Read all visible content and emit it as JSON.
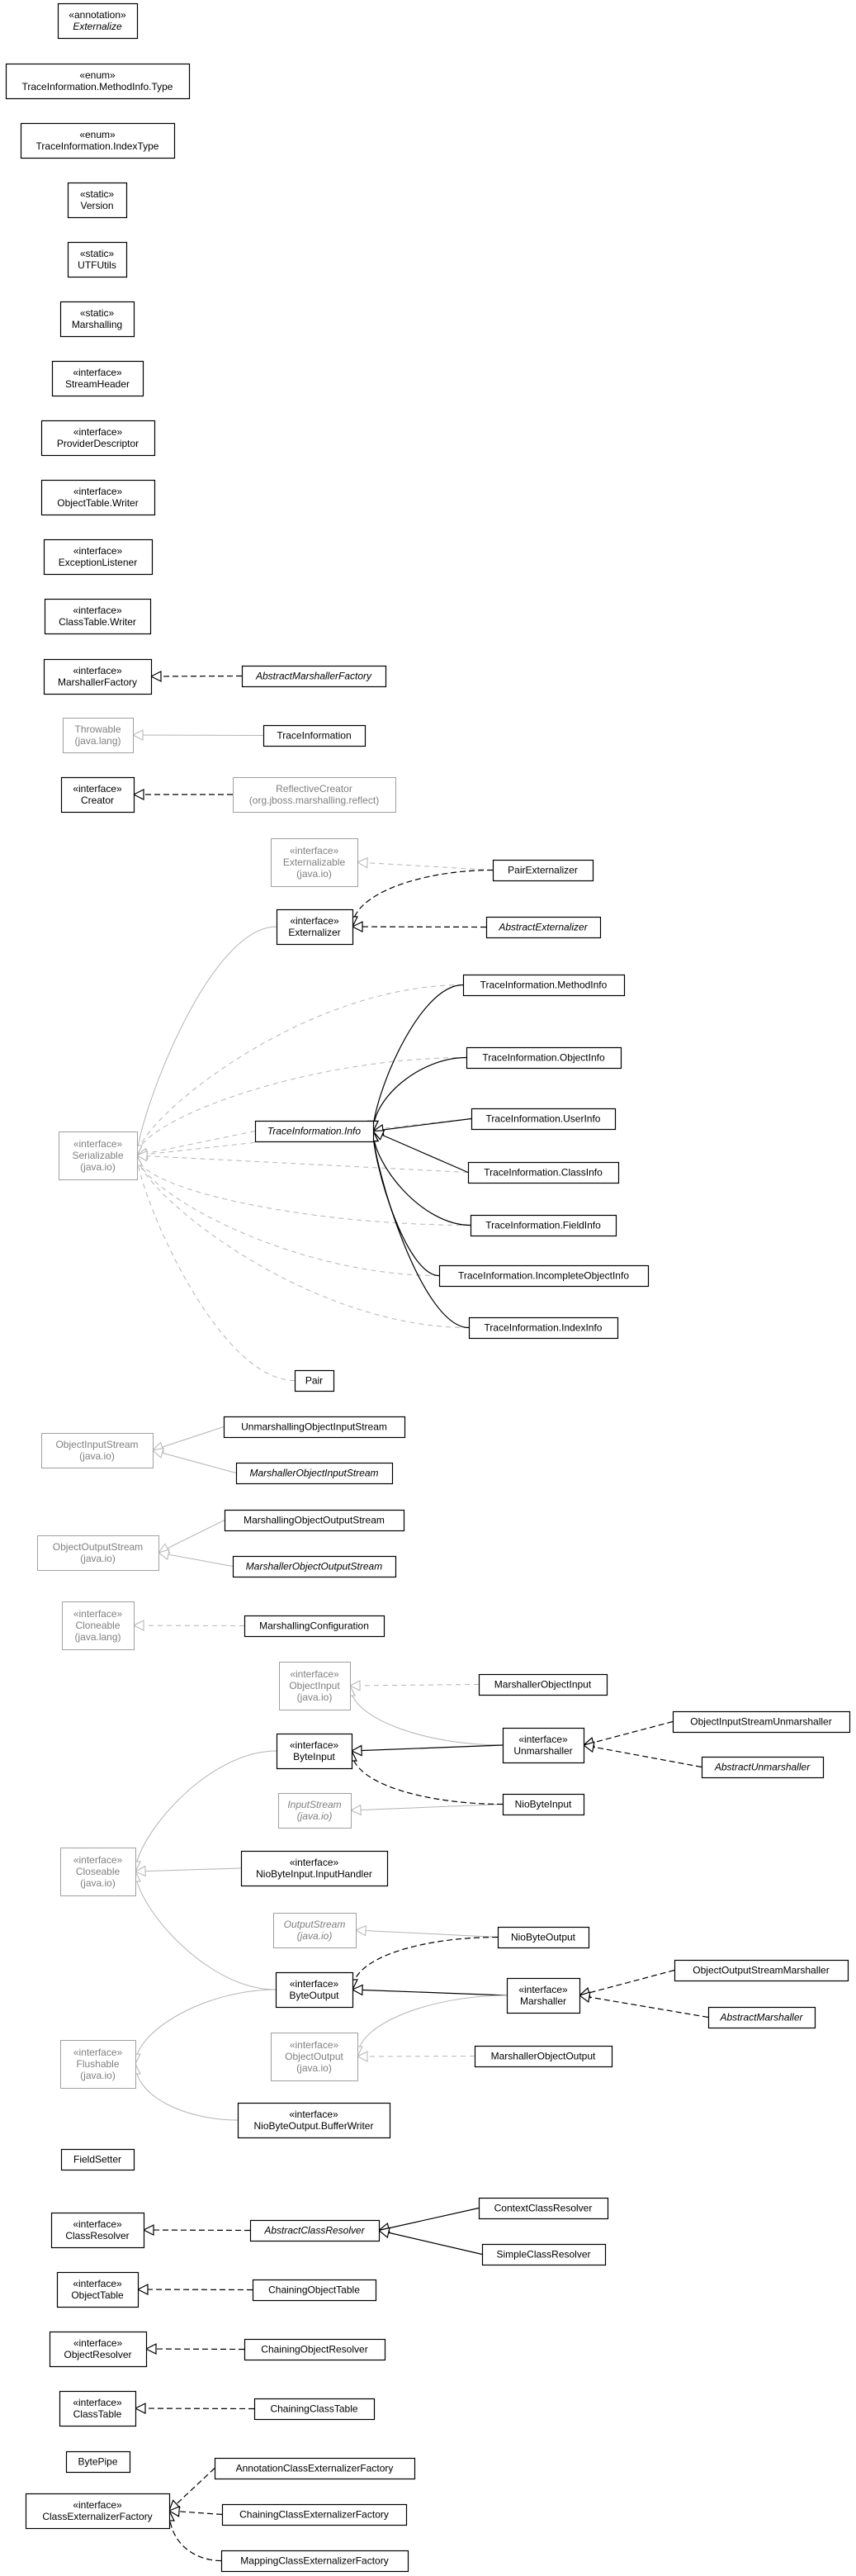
{
  "nodes": [
    {
      "id": "Externalize",
      "lines": [
        "«annotation»",
        "Externalize"
      ],
      "italic": [
        1
      ]
    },
    {
      "id": "MethodInfoType",
      "lines": [
        "«enum»",
        "TraceInformation.MethodInfo.Type"
      ]
    },
    {
      "id": "IndexType",
      "lines": [
        "«enum»",
        "TraceInformation.IndexType"
      ]
    },
    {
      "id": "Version",
      "lines": [
        "«static»",
        "Version"
      ]
    },
    {
      "id": "UTFUtils",
      "lines": [
        "«static»",
        "UTFUtils"
      ]
    },
    {
      "id": "Marshalling",
      "lines": [
        "«static»",
        "Marshalling"
      ]
    },
    {
      "id": "StreamHeader",
      "lines": [
        "«interface»",
        "StreamHeader"
      ]
    },
    {
      "id": "ProviderDescriptor",
      "lines": [
        "«interface»",
        "ProviderDescriptor"
      ]
    },
    {
      "id": "ObjectTableWriter",
      "lines": [
        "«interface»",
        "ObjectTable.Writer"
      ]
    },
    {
      "id": "ExceptionListener",
      "lines": [
        "«interface»",
        "ExceptionListener"
      ]
    },
    {
      "id": "ClassTableWriter",
      "lines": [
        "«interface»",
        "ClassTable.Writer"
      ]
    },
    {
      "id": "MarshallerFactory",
      "lines": [
        "«interface»",
        "MarshallerFactory"
      ]
    },
    {
      "id": "AbstractMarshallerFactory",
      "lines": [
        "AbstractMarshallerFactory"
      ],
      "italic": [
        0
      ]
    },
    {
      "id": "Throwable",
      "lines": [
        "Throwable",
        "(java.lang)"
      ],
      "external": true
    },
    {
      "id": "TraceInformation",
      "lines": [
        "TraceInformation"
      ]
    },
    {
      "id": "Creator",
      "lines": [
        "«interface»",
        "Creator"
      ]
    },
    {
      "id": "ReflectiveCreator",
      "lines": [
        "ReflectiveCreator",
        "(org.jboss.marshalling.reflect)"
      ],
      "external": true
    },
    {
      "id": "ExternalizableIO",
      "lines": [
        "«interface»",
        "Externalizable",
        "(java.io)"
      ],
      "external": true
    },
    {
      "id": "PairExternalizer",
      "lines": [
        "PairExternalizer"
      ]
    },
    {
      "id": "Externalizer",
      "lines": [
        "«interface»",
        "Externalizer"
      ]
    },
    {
      "id": "AbstractExternalizer",
      "lines": [
        "AbstractExternalizer"
      ],
      "italic": [
        0
      ]
    },
    {
      "id": "MethodInfo",
      "lines": [
        "TraceInformation.MethodInfo"
      ]
    },
    {
      "id": "ObjectInfo",
      "lines": [
        "TraceInformation.ObjectInfo"
      ]
    },
    {
      "id": "SerializableIO",
      "lines": [
        "«interface»",
        "Serializable",
        "(java.io)"
      ],
      "external": true
    },
    {
      "id": "Info",
      "lines": [
        "TraceInformation.Info"
      ],
      "italic": [
        0
      ]
    },
    {
      "id": "UserInfo",
      "lines": [
        "TraceInformation.UserInfo"
      ]
    },
    {
      "id": "ClassInfo",
      "lines": [
        "TraceInformation.ClassInfo"
      ]
    },
    {
      "id": "FieldInfo",
      "lines": [
        "TraceInformation.FieldInfo"
      ]
    },
    {
      "id": "IncompleteObjectInfo",
      "lines": [
        "TraceInformation.IncompleteObjectInfo"
      ]
    },
    {
      "id": "IndexInfo",
      "lines": [
        "TraceInformation.IndexInfo"
      ]
    },
    {
      "id": "Pair",
      "lines": [
        "Pair"
      ]
    },
    {
      "id": "ObjectInputStreamIO",
      "lines": [
        "ObjectInputStream",
        "(java.io)"
      ],
      "external": true
    },
    {
      "id": "UnmarshallingObjectInputStream",
      "lines": [
        "UnmarshallingObjectInputStream"
      ]
    },
    {
      "id": "MarshallerObjectInputStream",
      "lines": [
        "MarshallerObjectInputStream"
      ],
      "italic": [
        0
      ]
    },
    {
      "id": "ObjectOutputStreamIO",
      "lines": [
        "ObjectOutputStream",
        "(java.io)"
      ],
      "external": true
    },
    {
      "id": "MarshallingObjectOutputStream",
      "lines": [
        "MarshallingObjectOutputStream"
      ]
    },
    {
      "id": "MarshallerObjectOutputStream",
      "lines": [
        "MarshallerObjectOutputStream"
      ],
      "italic": [
        0
      ]
    },
    {
      "id": "CloneableLang",
      "lines": [
        "«interface»",
        "Cloneable",
        "(java.lang)"
      ],
      "external": true
    },
    {
      "id": "MarshallingConfiguration",
      "lines": [
        "MarshallingConfiguration"
      ]
    },
    {
      "id": "ObjectInputIO",
      "lines": [
        "«interface»",
        "ObjectInput",
        "(java.io)"
      ],
      "external": true
    },
    {
      "id": "MarshallerObjectInput",
      "lines": [
        "MarshallerObjectInput"
      ]
    },
    {
      "id": "ObjectInputStreamUnmarshaller",
      "lines": [
        "ObjectInputStreamUnmarshaller"
      ]
    },
    {
      "id": "ByteInput",
      "lines": [
        "«interface»",
        "ByteInput"
      ]
    },
    {
      "id": "Unmarshaller",
      "lines": [
        "«interface»",
        "Unmarshaller"
      ]
    },
    {
      "id": "AbstractUnmarshaller",
      "lines": [
        "AbstractUnmarshaller"
      ],
      "italic": [
        0
      ]
    },
    {
      "id": "InputStreamIO",
      "lines": [
        "InputStream",
        "(java.io)"
      ],
      "external": true,
      "italic": [
        0,
        1
      ]
    },
    {
      "id": "NioByteInput",
      "lines": [
        "NioByteInput"
      ]
    },
    {
      "id": "CloseableIO",
      "lines": [
        "«interface»",
        "Closeable",
        "(java.io)"
      ],
      "external": true
    },
    {
      "id": "InputHandler",
      "lines": [
        "«interface»",
        "NioByteInput.InputHandler"
      ]
    },
    {
      "id": "OutputStreamIO",
      "lines": [
        "OutputStream",
        "(java.io)"
      ],
      "external": true,
      "italic": [
        0,
        1
      ]
    },
    {
      "id": "NioByteOutput",
      "lines": [
        "NioByteOutput"
      ]
    },
    {
      "id": "ObjectOutputStreamMarshaller",
      "lines": [
        "ObjectOutputStreamMarshaller"
      ]
    },
    {
      "id": "ByteOutput",
      "lines": [
        "«interface»",
        "ByteOutput"
      ]
    },
    {
      "id": "Marshaller",
      "lines": [
        "«interface»",
        "Marshaller"
      ]
    },
    {
      "id": "AbstractMarshaller",
      "lines": [
        "AbstractMarshaller"
      ],
      "italic": [
        0
      ]
    },
    {
      "id": "FlushableIO",
      "lines": [
        "«interface»",
        "Flushable",
        "(java.io)"
      ],
      "external": true
    },
    {
      "id": "ObjectOutputIO",
      "lines": [
        "«interface»",
        "ObjectOutput",
        "(java.io)"
      ],
      "external": true
    },
    {
      "id": "MarshallerObjectOutput",
      "lines": [
        "MarshallerObjectOutput"
      ]
    },
    {
      "id": "BufferWriter",
      "lines": [
        "«interface»",
        "NioByteOutput.BufferWriter"
      ]
    },
    {
      "id": "FieldSetter",
      "lines": [
        "FieldSetter"
      ]
    },
    {
      "id": "ContextClassResolver",
      "lines": [
        "ContextClassResolver"
      ]
    },
    {
      "id": "ClassResolver",
      "lines": [
        "«interface»",
        "ClassResolver"
      ]
    },
    {
      "id": "AbstractClassResolver",
      "lines": [
        "AbstractClassResolver"
      ],
      "italic": [
        0
      ]
    },
    {
      "id": "SimpleClassResolver",
      "lines": [
        "SimpleClassResolver"
      ]
    },
    {
      "id": "ObjectTable",
      "lines": [
        "«interface»",
        "ObjectTable"
      ]
    },
    {
      "id": "ChainingObjectTable",
      "lines": [
        "ChainingObjectTable"
      ]
    },
    {
      "id": "ObjectResolver",
      "lines": [
        "«interface»",
        "ObjectResolver"
      ]
    },
    {
      "id": "ChainingObjectResolver",
      "lines": [
        "ChainingObjectResolver"
      ]
    },
    {
      "id": "ClassTable",
      "lines": [
        "«interface»",
        "ClassTable"
      ]
    },
    {
      "id": "ChainingClassTable",
      "lines": [
        "ChainingClassTable"
      ]
    },
    {
      "id": "BytePipe",
      "lines": [
        "BytePipe"
      ]
    },
    {
      "id": "AnnotationClassExternalizerFactory",
      "lines": [
        "AnnotationClassExternalizerFactory"
      ]
    },
    {
      "id": "ClassExternalizerFactory",
      "lines": [
        "«interface»",
        "ClassExternalizerFactory"
      ]
    },
    {
      "id": "ChainingClassExternalizerFactory",
      "lines": [
        "ChainingClassExternalizerFactory"
      ]
    },
    {
      "id": "MappingClassExternalizerFactory",
      "lines": [
        "MappingClassExternalizerFactory"
      ]
    }
  ],
  "edges": [
    {
      "from": "AbstractMarshallerFactory",
      "to": "MarshallerFactory",
      "kind": "realization"
    },
    {
      "from": "TraceInformation",
      "to": "Throwable",
      "kind": "generalization"
    },
    {
      "from": "ReflectiveCreator",
      "to": "Creator",
      "kind": "realization"
    },
    {
      "from": "PairExternalizer",
      "to": "ExternalizableIO",
      "kind": "realization"
    },
    {
      "from": "PairExternalizer",
      "to": "Externalizer",
      "kind": "realization"
    },
    {
      "from": "AbstractExternalizer",
      "to": "Externalizer",
      "kind": "realization"
    },
    {
      "from": "Externalizer",
      "to": "SerializableIO",
      "kind": "generalization"
    },
    {
      "from": "MethodInfo",
      "to": "SerializableIO",
      "kind": "realization"
    },
    {
      "from": "ObjectInfo",
      "to": "SerializableIO",
      "kind": "realization"
    },
    {
      "from": "UserInfo",
      "to": "SerializableIO",
      "kind": "realization"
    },
    {
      "from": "Info",
      "to": "SerializableIO",
      "kind": "realization"
    },
    {
      "from": "ClassInfo",
      "to": "SerializableIO",
      "kind": "realization"
    },
    {
      "from": "FieldInfo",
      "to": "SerializableIO",
      "kind": "realization"
    },
    {
      "from": "IncompleteObjectInfo",
      "to": "SerializableIO",
      "kind": "realization"
    },
    {
      "from": "IndexInfo",
      "to": "SerializableIO",
      "kind": "realization"
    },
    {
      "from": "Pair",
      "to": "SerializableIO",
      "kind": "realization"
    },
    {
      "from": "MethodInfo",
      "to": "Info",
      "kind": "generalization"
    },
    {
      "from": "ObjectInfo",
      "to": "Info",
      "kind": "generalization"
    },
    {
      "from": "UserInfo",
      "to": "Info",
      "kind": "generalization"
    },
    {
      "from": "ClassInfo",
      "to": "Info",
      "kind": "generalization"
    },
    {
      "from": "FieldInfo",
      "to": "Info",
      "kind": "generalization"
    },
    {
      "from": "IncompleteObjectInfo",
      "to": "Info",
      "kind": "generalization"
    },
    {
      "from": "IndexInfo",
      "to": "Info",
      "kind": "generalization"
    },
    {
      "from": "UnmarshallingObjectInputStream",
      "to": "ObjectInputStreamIO",
      "kind": "generalization"
    },
    {
      "from": "MarshallerObjectInputStream",
      "to": "ObjectInputStreamIO",
      "kind": "generalization"
    },
    {
      "from": "MarshallingObjectOutputStream",
      "to": "ObjectOutputStreamIO",
      "kind": "generalization"
    },
    {
      "from": "MarshallerObjectOutputStream",
      "to": "ObjectOutputStreamIO",
      "kind": "generalization"
    },
    {
      "from": "MarshallingConfiguration",
      "to": "CloneableLang",
      "kind": "realization"
    },
    {
      "from": "MarshallerObjectInput",
      "to": "ObjectInputIO",
      "kind": "realization"
    },
    {
      "from": "Unmarshaller",
      "to": "ObjectInputIO",
      "kind": "generalization"
    },
    {
      "from": "Unmarshaller",
      "to": "ByteInput",
      "kind": "generalization"
    },
    {
      "from": "ObjectInputStreamUnmarshaller",
      "to": "Unmarshaller",
      "kind": "realization"
    },
    {
      "from": "AbstractUnmarshaller",
      "to": "Unmarshaller",
      "kind": "realization"
    },
    {
      "from": "NioByteInput",
      "to": "InputStreamIO",
      "kind": "generalization"
    },
    {
      "from": "NioByteInput",
      "to": "ByteInput",
      "kind": "realization"
    },
    {
      "from": "ByteInput",
      "to": "CloseableIO",
      "kind": "generalization"
    },
    {
      "from": "InputHandler",
      "to": "CloseableIO",
      "kind": "generalization"
    },
    {
      "from": "ByteOutput",
      "to": "CloseableIO",
      "kind": "generalization"
    },
    {
      "from": "NioByteOutput",
      "to": "OutputStreamIO",
      "kind": "generalization"
    },
    {
      "from": "NioByteOutput",
      "to": "ByteOutput",
      "kind": "realization"
    },
    {
      "from": "Marshaller",
      "to": "ByteOutput",
      "kind": "generalization"
    },
    {
      "from": "Marshaller",
      "to": "ObjectOutputIO",
      "kind": "generalization"
    },
    {
      "from": "ObjectOutputStreamMarshaller",
      "to": "Marshaller",
      "kind": "realization"
    },
    {
      "from": "AbstractMarshaller",
      "to": "Marshaller",
      "kind": "realization"
    },
    {
      "from": "ByteOutput",
      "to": "FlushableIO",
      "kind": "generalization"
    },
    {
      "from": "MarshallerObjectOutput",
      "to": "ObjectOutputIO",
      "kind": "realization"
    },
    {
      "from": "BufferWriter",
      "to": "FlushableIO",
      "kind": "generalization"
    },
    {
      "from": "AbstractClassResolver",
      "to": "ClassResolver",
      "kind": "realization"
    },
    {
      "from": "ContextClassResolver",
      "to": "AbstractClassResolver",
      "kind": "generalization"
    },
    {
      "from": "SimpleClassResolver",
      "to": "AbstractClassResolver",
      "kind": "generalization"
    },
    {
      "from": "ChainingObjectTable",
      "to": "ObjectTable",
      "kind": "realization"
    },
    {
      "from": "ChainingObjectResolver",
      "to": "ObjectResolver",
      "kind": "realization"
    },
    {
      "from": "ChainingClassTable",
      "to": "ClassTable",
      "kind": "realization"
    },
    {
      "from": "AnnotationClassExternalizerFactory",
      "to": "ClassExternalizerFactory",
      "kind": "realization"
    },
    {
      "from": "ChainingClassExternalizerFactory",
      "to": "ClassExternalizerFactory",
      "kind": "realization"
    },
    {
      "from": "MappingClassExternalizerFactory",
      "to": "ClassExternalizerFactory",
      "kind": "realization"
    }
  ]
}
